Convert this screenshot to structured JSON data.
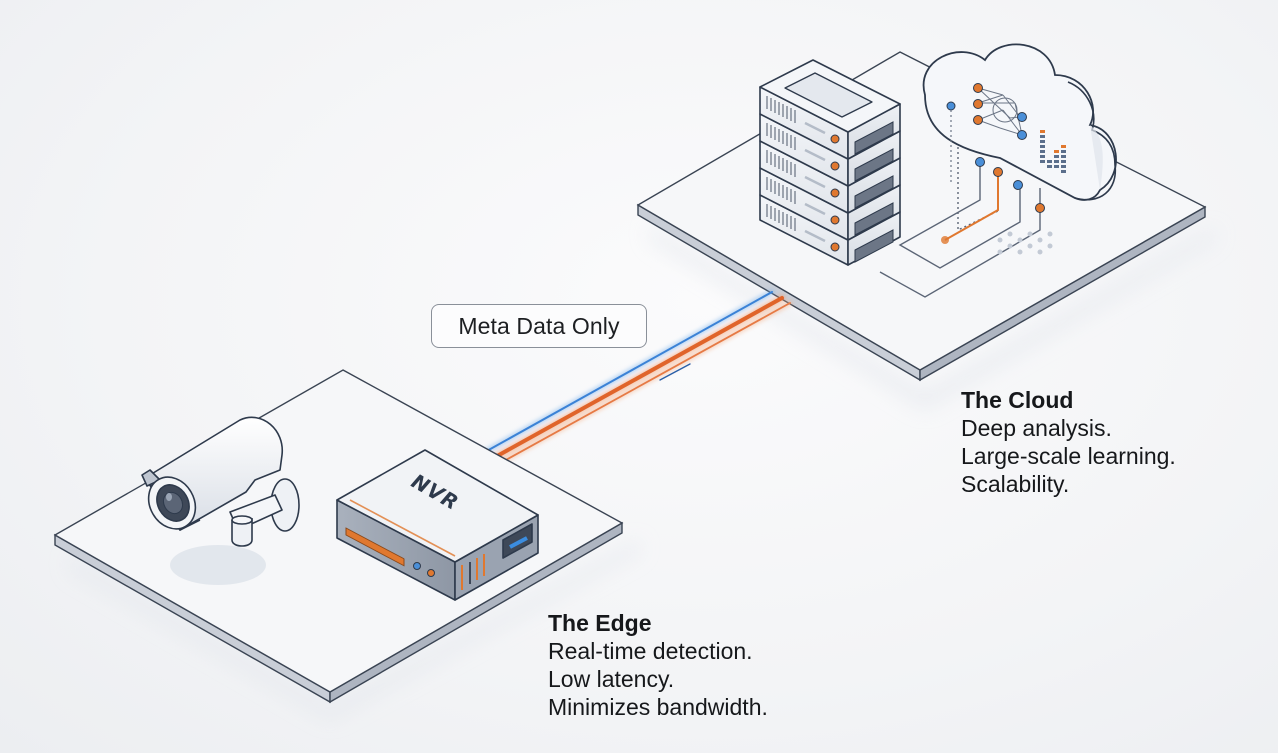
{
  "link": {
    "label": "Meta Data Only",
    "colors": {
      "blue": "#3b82d6",
      "orange": "#e0642a"
    }
  },
  "cloud": {
    "title": "The Cloud",
    "lines": [
      "Deep analysis.",
      "Large-scale learning.",
      "Scalability."
    ],
    "devices": [
      "server-rack",
      "cloud-ai"
    ]
  },
  "edge": {
    "title": "The Edge",
    "lines": [
      "Real-time detection.",
      "Low latency.",
      "Minimizes bandwidth."
    ],
    "devices": [
      "camera",
      "nvr"
    ],
    "nvr_label": "NVR"
  },
  "colors": {
    "accent_orange": "#e0782f",
    "accent_blue": "#4a8fd8",
    "outline": "#2e3a4c",
    "platform": "#f7f8fa"
  }
}
